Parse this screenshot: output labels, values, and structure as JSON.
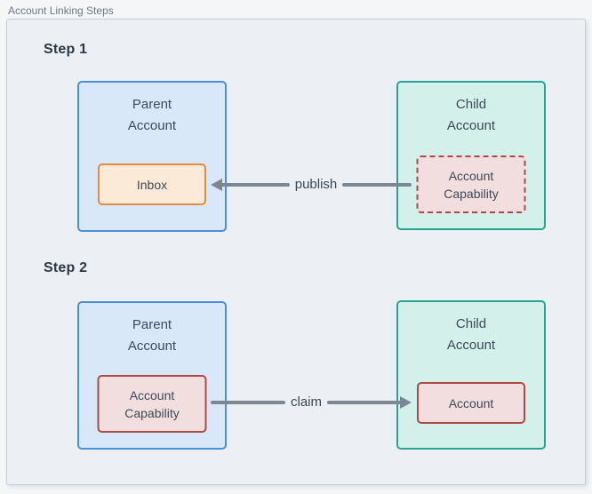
{
  "panel": {
    "title": "Account Linking Steps"
  },
  "steps": [
    {
      "heading": "Step 1",
      "parent": {
        "title": "Parent\nAccount",
        "chip": "Inbox"
      },
      "child": {
        "title": "Child\nAccount",
        "chip": "Account\nCapability",
        "chip_style": "dashed"
      },
      "arrow": {
        "label": "publish",
        "direction": "left"
      }
    },
    {
      "heading": "Step 2",
      "parent": {
        "title": "Parent\nAccount",
        "chip": "Account\nCapability"
      },
      "child": {
        "title": "Child\nAccount",
        "chip": "Account"
      },
      "arrow": {
        "label": "claim",
        "direction": "right"
      }
    }
  ],
  "colors": {
    "page_bg": "#f4f6f8",
    "panel_bg": "#ecf0f4",
    "panel_border": "#c7ced6",
    "title_text": "#6b7a89",
    "heading_text": "#2c3844",
    "label_text": "#3c4a59",
    "parent_fill": "#d8e8f8",
    "parent_border": "#4a90d9",
    "child_fill": "#d4f0ea",
    "child_border": "#27a593",
    "inbox_fill": "#fcead8",
    "inbox_border": "#e78a3e",
    "capability_fill": "#f2dede",
    "capability_border": "#ad4a44",
    "arrow": "#7c8794"
  }
}
